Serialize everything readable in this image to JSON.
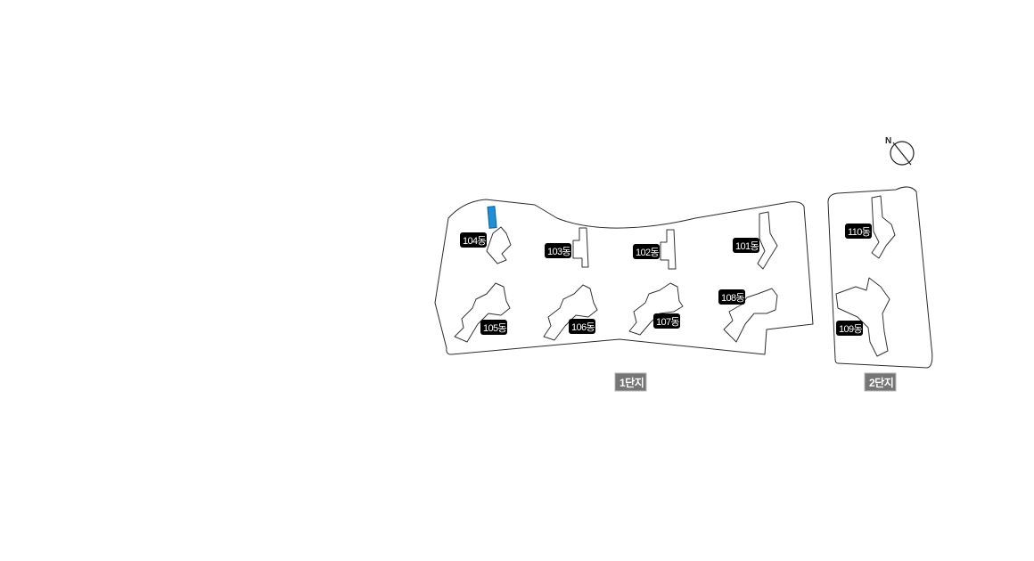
{
  "compass": {
    "label": "N",
    "icon": "north-arrow-icon"
  },
  "complexes": [
    {
      "id": "zone-1",
      "label": "1단지"
    },
    {
      "id": "zone-2",
      "label": "2단지"
    }
  ],
  "buildings": [
    {
      "id": "104",
      "label": "104동",
      "zone": "1단지",
      "selected": true
    },
    {
      "id": "103",
      "label": "103동",
      "zone": "1단지"
    },
    {
      "id": "102",
      "label": "102동",
      "zone": "1단지"
    },
    {
      "id": "101",
      "label": "101동",
      "zone": "1단지"
    },
    {
      "id": "105",
      "label": "105동",
      "zone": "1단지"
    },
    {
      "id": "106",
      "label": "106동",
      "zone": "1단지"
    },
    {
      "id": "107",
      "label": "107동",
      "zone": "1단지"
    },
    {
      "id": "108",
      "label": "108동",
      "zone": "1단지"
    },
    {
      "id": "110",
      "label": "110동",
      "zone": "2단지"
    },
    {
      "id": "109",
      "label": "109동",
      "zone": "2단지"
    }
  ],
  "colors": {
    "selected_building": "#1f8fd6",
    "label_bg": "#000000",
    "zone_bg": "#767676"
  }
}
